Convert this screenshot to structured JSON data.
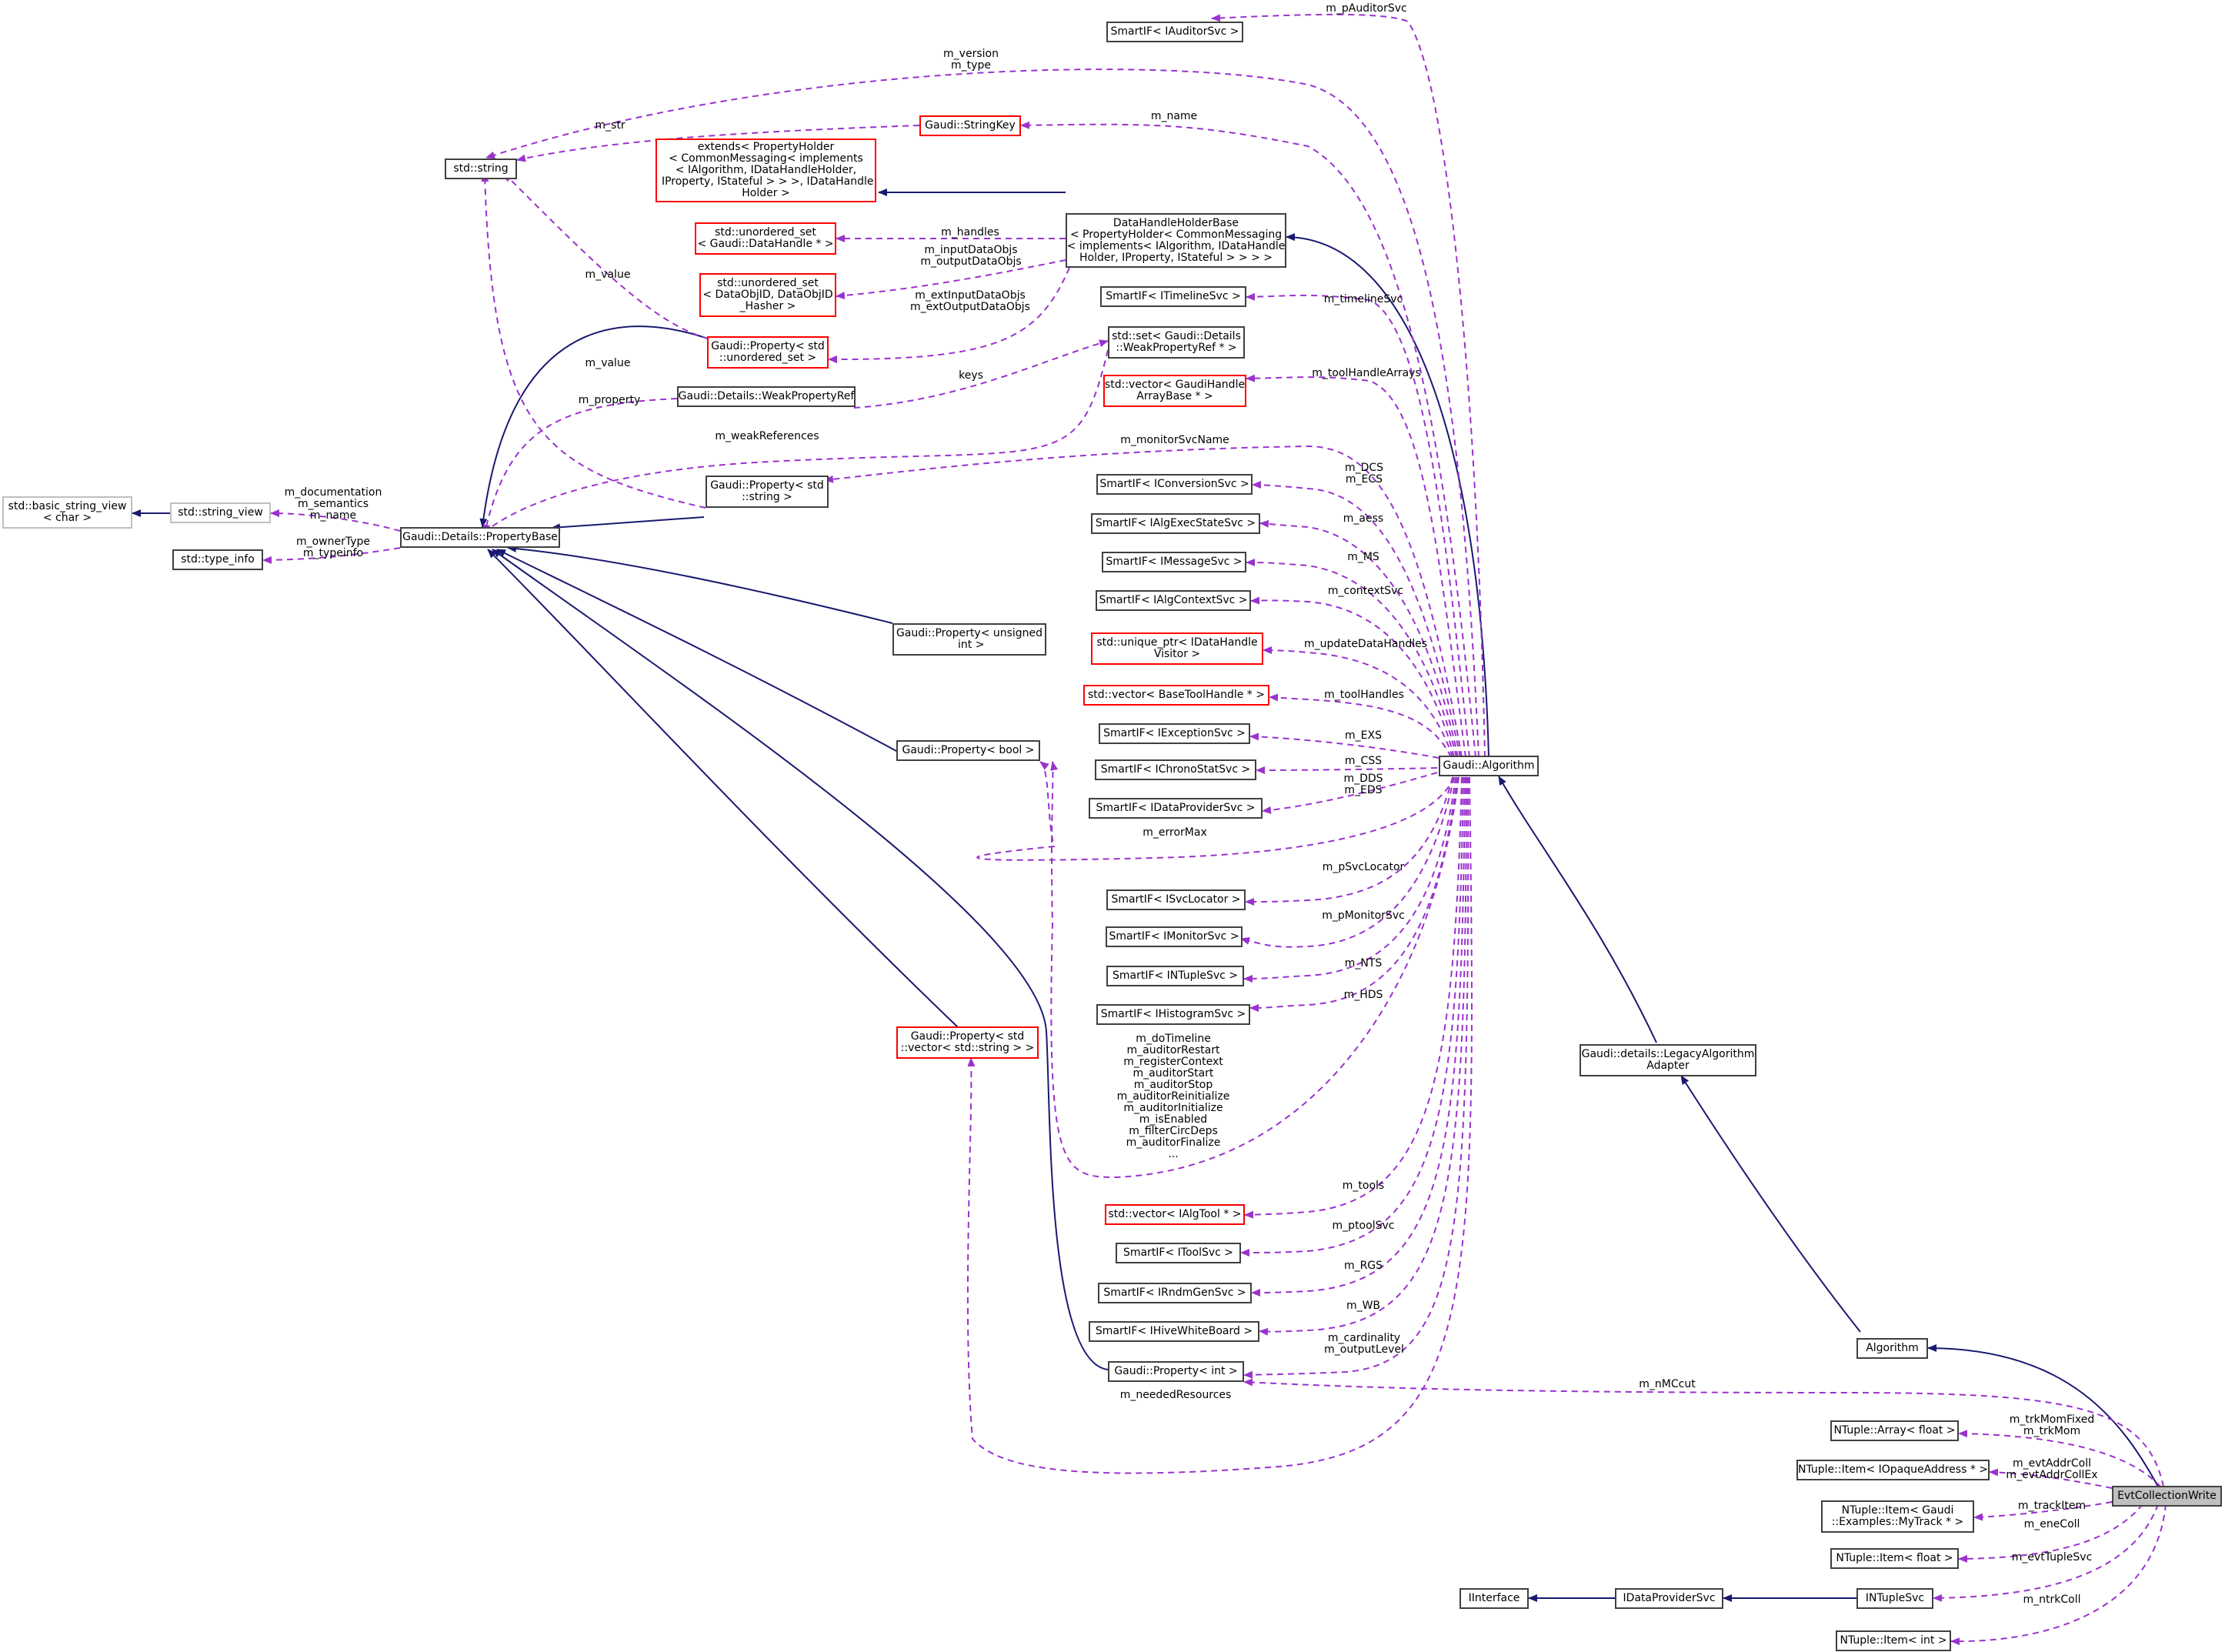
{
  "nodes": {
    "auditor_svc": "SmartIF< IAuditorSvc >",
    "std_string": "std::string",
    "string_key": "Gaudi::StringKey",
    "extends_holder": "extends< PropertyHolder\n< CommonMessaging< implements\n< IAlgorithm, IDataHandleHolder,\n IProperty, IStateful > > >, IDataHandle\nHolder >",
    "uset_datahandle": "std::unordered_set\n< Gaudi::DataHandle * >",
    "uset_dataobjid": "std::unordered_set\n< DataObjID, DataObjID\n_Hasher >",
    "dh_holder_base": "DataHandleHolderBase\n< PropertyHolder< CommonMessaging\n< implements< IAlgorithm, IDataHandle\nHolder, IProperty, IStateful > > > >",
    "timeline_svc": "SmartIF< ITimelineSvc >",
    "prop_uset": "Gaudi::Property< std\n::unordered_set >",
    "set_weakref": "std::set< Gaudi::Details\n::WeakPropertyRef * >",
    "weak_prop_ref": "Gaudi::Details::WeakPropertyRef",
    "vec_toolhandlearray": "std::vector< GaudiHandle\nArrayBase * >",
    "basic_string_view": "std::basic_string_view\n< char >",
    "string_view": "std::string_view",
    "prop_string": "Gaudi::Property< std\n::string >",
    "conversion_svc": "SmartIF< IConversionSvc >",
    "property_base": "Gaudi::Details::PropertyBase",
    "type_info": "std::type_info",
    "algexecstate_svc": "SmartIF< IAlgExecStateSvc >",
    "message_svc": "SmartIF< IMessageSvc >",
    "algcontext_svc": "SmartIF< IAlgContextSvc >",
    "prop_unsigned": "Gaudi::Property< unsigned\n int >",
    "uptr_visitor": "std::unique_ptr< IDataHandle\nVisitor >",
    "vec_basetoolhandle": "std::vector< BaseToolHandle * >",
    "exception_svc": "SmartIF< IExceptionSvc >",
    "prop_bool": "Gaudi::Property< bool >",
    "chronostat_svc": "SmartIF< IChronoStatSvc >",
    "gaudi_algorithm": "Gaudi::Algorithm",
    "dataprovider_smartif": "SmartIF< IDataProviderSvc >",
    "svclocator": "SmartIF< ISvcLocator >",
    "monitor_svc": "SmartIF< IMonitorSvc >",
    "ntuple_svc_smartif": "SmartIF< INTupleSvc >",
    "histogram_svc": "SmartIF< IHistogramSvc >",
    "prop_vec_string": "Gaudi::Property< std\n::vector< std::string > >",
    "legacy_adapter": "Gaudi::details::LegacyAlgorithm\nAdapter",
    "vec_algtool": "std::vector< IAlgTool * >",
    "tool_svc": "SmartIF< IToolSvc >",
    "rndmgen_svc": "SmartIF< IRndmGenSvc >",
    "hivewb": "SmartIF< IHiveWhiteBoard >",
    "algorithm": "Algorithm",
    "prop_int": "Gaudi::Property< int >",
    "ntuple_array_float": "NTuple::Array< float >",
    "ntuple_item_opaque": "NTuple::Item< IOpaqueAddress * >",
    "evt_collection_write": "EvtCollectionWrite",
    "ntuple_item_mytrack": "NTuple::Item< Gaudi\n::Examples::MyTrack * >",
    "ntuple_item_float": "NTuple::Item< float >",
    "iinterface": "IInterface",
    "idataprovidersvc": "IDataProviderSvc",
    "intuplesvc": "INTupleSvc",
    "ntuple_item_int": "NTuple::Item< int >"
  },
  "edge_labels": {
    "m_pAuditorSvc": "m_pAuditorSvc",
    "m_version_type": "m_version\nm_type",
    "m_name": "m_name",
    "m_str": "m_str",
    "m_handles": "m_handles",
    "m_inputoutput": "m_inputDataObjs\nm_outputDataObjs",
    "m_value_a": "m_value",
    "m_extinputoutput": "m_extInputDataObjs\nm_extOutputDataObjs",
    "m_timelineSvc": "m_timelineSvc",
    "keys": "keys",
    "m_value_b": "m_value",
    "m_toolHandleArrays": "m_toolHandleArrays",
    "m_property": "m_property",
    "m_weakReferences": "m_weakReferences",
    "m_monitorSvcName": "m_monitorSvcName",
    "m_doc_sem_name": "m_documentation\nm_semantics\nm_name",
    "m_DCS_ECS": "m_DCS\nm_ECS",
    "m_ownerType_typeinfo": "m_ownerType\nm_typeinfo",
    "m_aess": "m_aess",
    "m_MS": "m_MS",
    "m_contextSvc": "m_contextSvc",
    "m_updateDataHandles": "m_updateDataHandles",
    "m_toolHandles": "m_toolHandles",
    "m_EXS": "m_EXS",
    "m_CSS": "m_CSS",
    "m_DDS_EDS": "m_DDS\nm_EDS",
    "m_errorMax": "m_errorMax",
    "m_pSvcLocator": "m_pSvcLocator",
    "m_pMonitorSvc": "m_pMonitorSvc",
    "m_NTS": "m_NTS",
    "m_HDS": "m_HDS",
    "m_bool_list": "m_doTimeline\nm_auditorRestart\nm_registerContext\nm_auditorStart\nm_auditorStop\nm_auditorReinitialize\nm_auditorInitialize\nm_isEnabled\nm_filterCircDeps\nm_auditorFinalize\n...",
    "m_tools": "m_tools",
    "m_ptoolSvc": "m_ptoolSvc",
    "m_RGS": "m_RGS",
    "m_WB": "m_WB",
    "m_cardinality_outputLevel": "m_cardinality\nm_outputLevel",
    "m_nMCcut": "m_nMCcut",
    "m_neededResources": "m_neededResources",
    "m_trkMom": "m_trkMomFixed\nm_trkMom",
    "m_evtAddrColl": "m_evtAddrColl\nm_evtAddrCollEx",
    "m_trackItem": "m_trackItem",
    "m_eneColl": "m_eneColl",
    "m_evtTupleSvc": "m_evtTupleSvc",
    "m_ntrkColl": "m_ntrkColl"
  },
  "colors": {
    "inherit_edge": "#191970",
    "usage_edge": "#9a32cd",
    "node_border": "#404040",
    "node_border_undocumented": "#ff0000",
    "node_border_external": "#bfbfbf",
    "highlight_node": "#bfbfbf"
  }
}
